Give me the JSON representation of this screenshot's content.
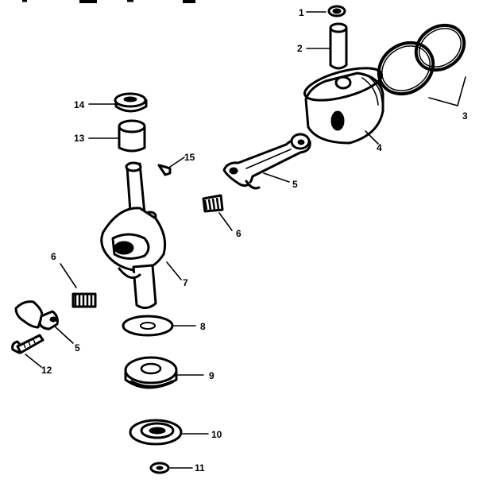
{
  "callouts": {
    "c1": "1",
    "c2": "2",
    "c3": "3",
    "c4": "4",
    "c5a": "5",
    "c5b": "5",
    "c6a": "6",
    "c6b": "6",
    "c7": "7",
    "c8": "8",
    "c9": "9",
    "c10": "10",
    "c11": "11",
    "c12": "12",
    "c13": "13",
    "c14": "14",
    "c15": "15"
  }
}
